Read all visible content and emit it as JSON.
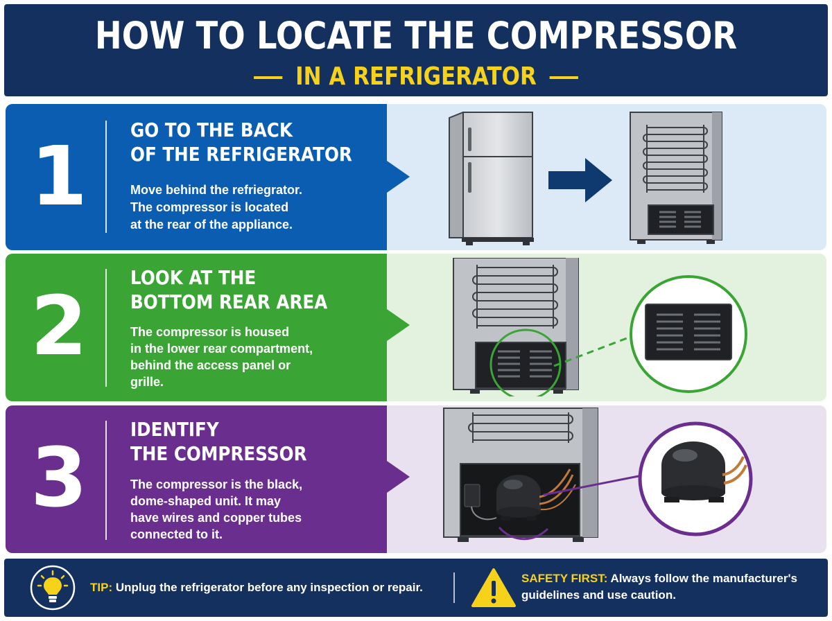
{
  "header": {
    "title": "HOW TO LOCATE THE COMPRESSOR",
    "subtitle": "IN A REFRIGERATOR"
  },
  "steps": [
    {
      "number": "1",
      "title_line1": "GO TO THE BACK",
      "title_line2": "OF THE REFRIGERATOR",
      "desc_line1": "Move behind the refriegrator.",
      "desc_line2": "The compressor is located",
      "desc_line3": "at the rear of the appliance.",
      "color": "#0a5db0",
      "panel_color": "#dce9f6"
    },
    {
      "number": "2",
      "title_line1": "LOOK AT THE",
      "title_line2": "BOTTOM REAR AREA",
      "desc_line1": "The compressor is housed",
      "desc_line2": "in the lower rear compartment,",
      "desc_line3": "behind the access panel or",
      "desc_line4": "grille.",
      "color": "#3aa535",
      "panel_color": "#e2f2de"
    },
    {
      "number": "3",
      "title_line1": "IDENTIFY",
      "title_line2": "THE COMPRESSOR",
      "desc_line1": "The compressor is the black,",
      "desc_line2": "dome-shaped unit. It may",
      "desc_line3": "have wires and copper tubes",
      "desc_line4": "connected to it.",
      "color": "#6a2f8e",
      "panel_color": "#e9e1ef"
    }
  ],
  "footer": {
    "tip_label": "TIP:",
    "tip_text": "Unplug the refrigerator before any inspection or repair.",
    "safety_label": "SAFETY FIRST:",
    "safety_text_line1": "Always follow the manufacturer's",
    "safety_text_line2": "guidelines and use caution.",
    "tip_icon": "lightbulb-icon",
    "safety_icon": "warning-triangle-icon"
  }
}
